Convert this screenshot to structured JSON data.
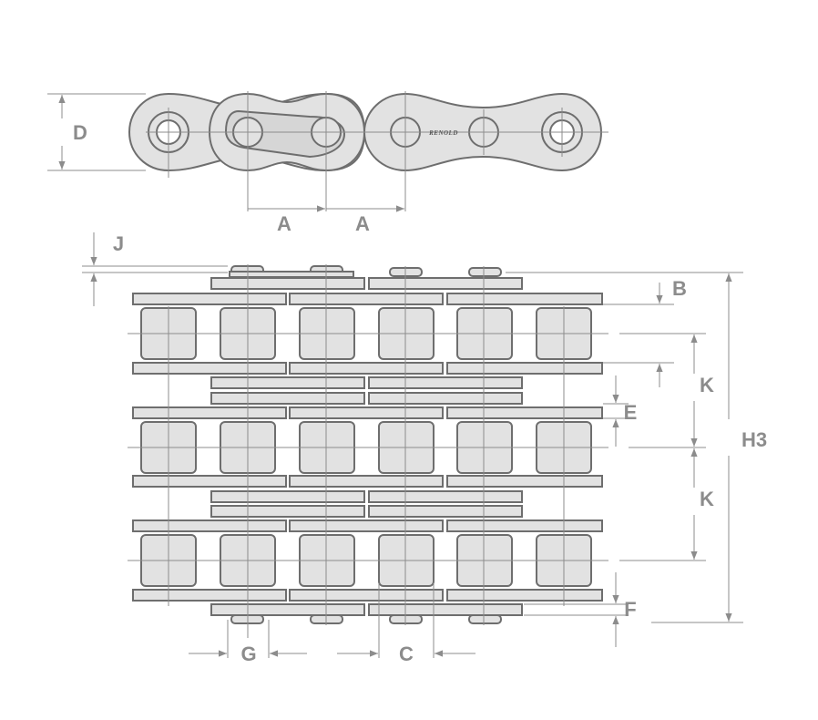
{
  "diagram": {
    "brand_text": "RENOLD",
    "labels": {
      "D": "D",
      "A1": "A",
      "A2": "A",
      "J": "J",
      "B": "B",
      "K1": "K",
      "K2": "K",
      "E": "E",
      "H3": "H3",
      "F": "F",
      "G": "G",
      "C": "C"
    },
    "colors": {
      "outline": "#6e6e6e",
      "fill": "#e2e2e2",
      "dimension": "#8c8c8c",
      "background": "#ffffff"
    }
  }
}
